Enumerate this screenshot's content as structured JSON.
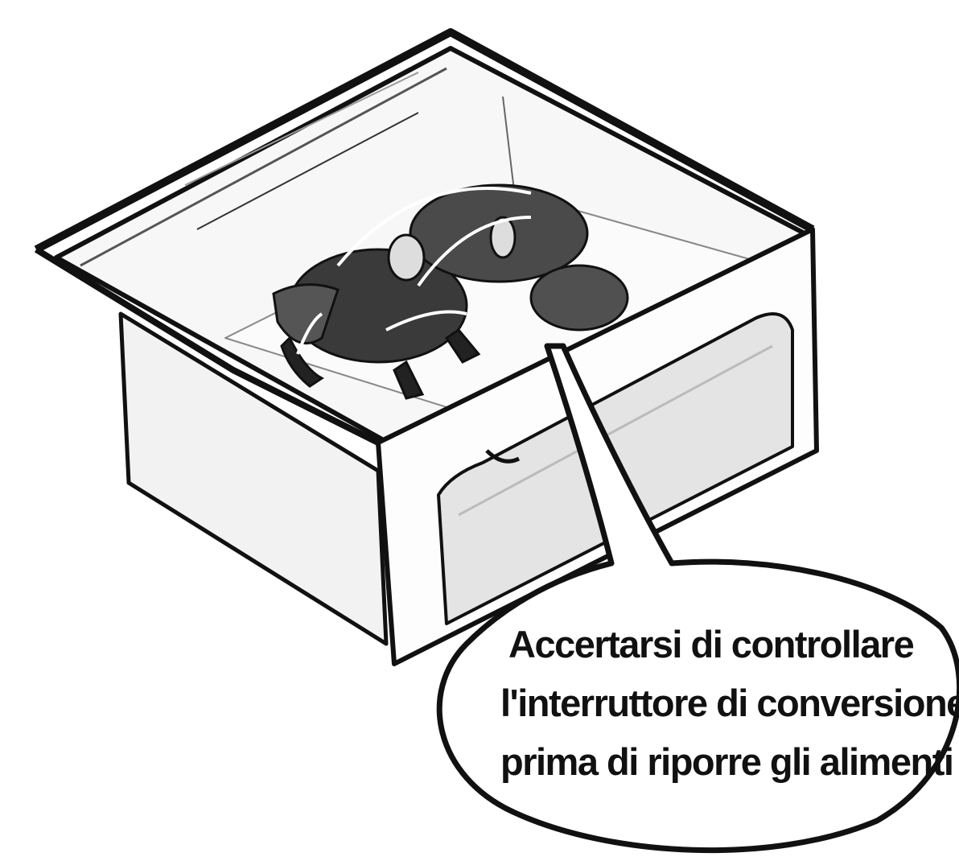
{
  "illustration": {
    "subject": "refrigerator crisper drawer with meat",
    "colors": {
      "line": "#111111",
      "fill": "#ffffff",
      "shade": "#d8d8d8",
      "meat": "#3a3a3a"
    }
  },
  "callout": {
    "lines": [
      "Accertarsi di controllare",
      "l'interruttore di conversione",
      "prima di riporre gli alimenti"
    ]
  }
}
